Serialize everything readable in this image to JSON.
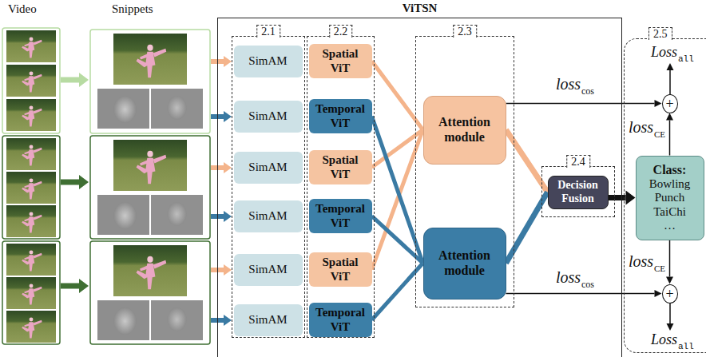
{
  "diagram": {
    "nodes": [
      {
        "text": [
          "ViTSN"
        ]
      },
      {
        "text": [
          "2.1"
        ],
        "in": 0
      },
      {
        "text": [
          "SimAM"
        ],
        "in": 1
      },
      {
        "text": [
          "SimAM"
        ],
        "in": 1
      },
      {
        "text": [
          "SimAM"
        ],
        "in": 1
      },
      {
        "text": [
          "SimAM"
        ],
        "in": 1
      },
      {
        "text": [
          "SimAM"
        ],
        "in": 1
      },
      {
        "text": [
          "SimAM"
        ],
        "in": 1
      },
      {
        "text": [
          "2.2"
        ],
        "in": 0
      },
      {
        "text": [
          "Spatial ViT"
        ],
        "in": 8
      },
      {
        "text": [
          "Temporal ViT"
        ],
        "in": 8
      },
      {
        "text": [
          "Spatial ViT"
        ],
        "in": 8
      },
      {
        "text": [
          "Temporal ViT"
        ],
        "in": 8
      },
      {
        "text": [
          "Spatial ViT"
        ],
        "in": 8
      },
      {
        "text": [
          "Temporal ViT"
        ],
        "in": 8
      },
      {
        "text": [
          "2.3"
        ],
        "in": 0
      },
      {
        "text": [
          "Attention module"
        ],
        "in": 15
      },
      {
        "text": [
          "Attention module"
        ],
        "in": 15
      },
      {
        "text": [
          "2.4"
        ],
        "in": 0
      },
      {
        "text": [
          "Decision Fusion"
        ],
        "in": 18
      },
      {
        "text": [
          "2.5"
        ]
      },
      {
        "text": [
          "Class:",
          "Bowling Punch TaiChi …"
        ],
        "in": 20
      },
      {
        "text": [
          "+"
        ],
        "in": 20
      },
      {
        "text": [
          "+"
        ],
        "in": 20
      }
    ],
    "edges": [
      {
        "from": 9,
        "to": 16,
        "arrow": "none"
      },
      {
        "from": 11,
        "to": 16,
        "arrow": "none"
      },
      {
        "from": 13,
        "to": 16,
        "arrow": "none"
      },
      {
        "from": 10,
        "to": 17,
        "arrow": "none"
      },
      {
        "from": 12,
        "to": 17,
        "arrow": "none"
      },
      {
        "from": 14,
        "to": 17,
        "arrow": "none"
      },
      {
        "from": 16,
        "to": 19,
        "arrow": "none"
      },
      {
        "from": 17,
        "to": 19,
        "arrow": "none"
      },
      {
        "from": 19,
        "to": 21,
        "arrow": "to"
      },
      {
        "from": 16,
        "to": 22,
        "arrow": "to"
      },
      {
        "from": 17,
        "to": 23,
        "arrow": "to"
      },
      {
        "from": 21,
        "to": 22,
        "arrow": "to"
      },
      {
        "from": 21,
        "to": 23,
        "arrow": "to"
      }
    ],
    "labels": [
      "Video",
      "Snippets",
      "loss",
      "cos",
      "Loss",
      "all",
      "loss",
      "CE",
      "loss",
      "CE",
      "loss",
      "cos",
      "Loss",
      "all"
    ]
  }
}
